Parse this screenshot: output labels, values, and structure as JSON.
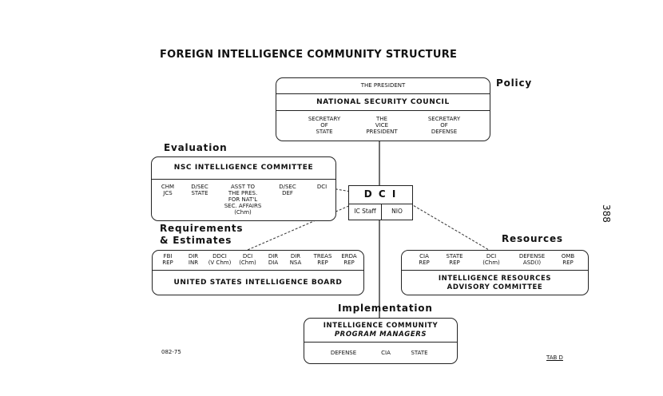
{
  "title": "FOREIGN INTELLIGENCE COMMUNITY STRUCTURE",
  "sections": {
    "policy": "Policy",
    "evaluation": "Evaluation",
    "requirements_1": "Requirements",
    "requirements_2": "& Estimates",
    "resources": "Resources",
    "implementation": "Implementation"
  },
  "policy_box": {
    "president": "THE PRESIDENT",
    "council": "NATIONAL SECURITY COUNCIL",
    "members": [
      [
        "SECRETARY",
        "OF",
        "STATE"
      ],
      [
        "THE",
        "VICE",
        "PRESIDENT"
      ],
      [
        "SECRETARY",
        "OF",
        "DEFENSE"
      ]
    ]
  },
  "nsc_committee": {
    "name": "NSC INTELLIGENCE COMMITTEE",
    "members": [
      [
        "CHM",
        "JCS"
      ],
      [
        "D/SEC",
        "STATE"
      ],
      [
        "ASST TO",
        "THE PRES.",
        "FOR NAT'L",
        "SEC. AFFAIRS",
        "(Chm)"
      ],
      [
        "D/SEC",
        "DEF"
      ],
      [
        "DCI"
      ]
    ]
  },
  "dci_box": {
    "label": "D C I",
    "left": "IC Staff",
    "right": "NIO"
  },
  "usib": {
    "name": "UNITED STATES INTELLIGENCE BOARD",
    "members": [
      [
        "FBI",
        "REP"
      ],
      [
        "DIR",
        "INR"
      ],
      [
        "DDCI",
        "(V Chm)"
      ],
      [
        "DCI",
        "(Chm)"
      ],
      [
        "DIR",
        "DIA"
      ],
      [
        "DIR",
        "NSA"
      ],
      [
        "TREAS",
        "REP"
      ],
      [
        "ERDA",
        "REP"
      ]
    ]
  },
  "irac": {
    "name_1": "INTELLIGENCE RESOURCES",
    "name_2": "ADVISORY COMMITTEE",
    "members": [
      [
        "CIA",
        "REP"
      ],
      [
        "STATE",
        "REP"
      ],
      [
        "DCI",
        "(Chm)"
      ],
      [
        "DEFENSE",
        "ASD(I)"
      ],
      [
        "OMB",
        "REP"
      ]
    ]
  },
  "icpm": {
    "name_1": "INTELLIGENCE COMMUNITY",
    "name_2": "PROGRAM MANAGERS",
    "members": [
      "DEFENSE",
      "CIA",
      "STATE"
    ]
  },
  "footer": {
    "doc_number": "082-75",
    "tab": "TAB D",
    "page_number": "388"
  }
}
